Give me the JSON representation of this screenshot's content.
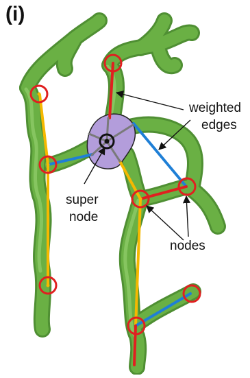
{
  "panel_label": "(i)",
  "annotations": {
    "weighted_edges": [
      "weighted",
      "edges"
    ],
    "super_node": [
      "super",
      "node"
    ],
    "nodes": "nodes"
  },
  "colors": {
    "vessel_fill": "#6ab044",
    "vessel_edge": "#4f8f33",
    "node_ring": "#e02020",
    "edge_yellow": "#f5b800",
    "edge_blue": "#1f7fd6",
    "edge_red": "#e02020",
    "edge_gray": "#808080",
    "super_node_fill": "#b39ddb",
    "super_node_ring": "#111111"
  }
}
